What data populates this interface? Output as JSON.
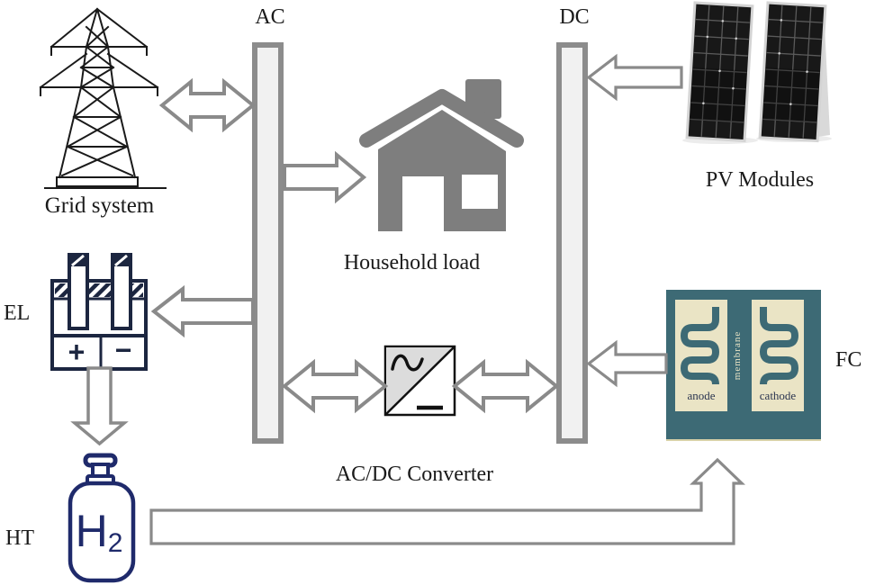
{
  "figure": {
    "type": "hybrid energy system diagram",
    "buses": {
      "ac": "AC",
      "dc": "DC"
    },
    "components": {
      "grid": "Grid system",
      "household": "Household load",
      "pv": "PV Modules",
      "electrolyzer": "EL",
      "fuel_cell": "FC",
      "hydrogen_tank": "HT",
      "converter": "AC/DC Converter"
    },
    "electrolyzer_terminals": {
      "plus": "+",
      "minus": "−"
    },
    "tank_text": {
      "element": "H",
      "subscript": "2"
    },
    "fuel_cell_parts": {
      "anode": "anode",
      "cathode": "cathode",
      "membrane": "membrane"
    },
    "flows": [
      {
        "from": "Grid system",
        "to": "AC bus",
        "bidirectional": true
      },
      {
        "from": "AC bus",
        "to": "Household load",
        "bidirectional": false
      },
      {
        "from": "AC bus",
        "to": "EL",
        "bidirectional": false
      },
      {
        "from": "AC bus",
        "to": "AC/DC Converter",
        "bidirectional": true
      },
      {
        "from": "AC/DC Converter",
        "to": "DC bus",
        "bidirectional": true
      },
      {
        "from": "PV Modules",
        "to": "DC bus",
        "bidirectional": false
      },
      {
        "from": "FC",
        "to": "DC bus",
        "bidirectional": false
      },
      {
        "from": "EL",
        "to": "HT",
        "bidirectional": false
      },
      {
        "from": "HT",
        "to": "FC",
        "bidirectional": false
      }
    ],
    "colors": {
      "arrow_outline": "#8a8a8a",
      "bus_fill": "#f1f1f1",
      "bus_border": "#8c8c8c",
      "house_gray": "#7e7e7e",
      "icon_navy": "#1c2a5e",
      "fc_teal": "#3d6a75",
      "fc_plate_cream": "#eae4c5",
      "converter_tri_gray": "#dcdcdc",
      "line_black": "#1a1a1a"
    }
  }
}
